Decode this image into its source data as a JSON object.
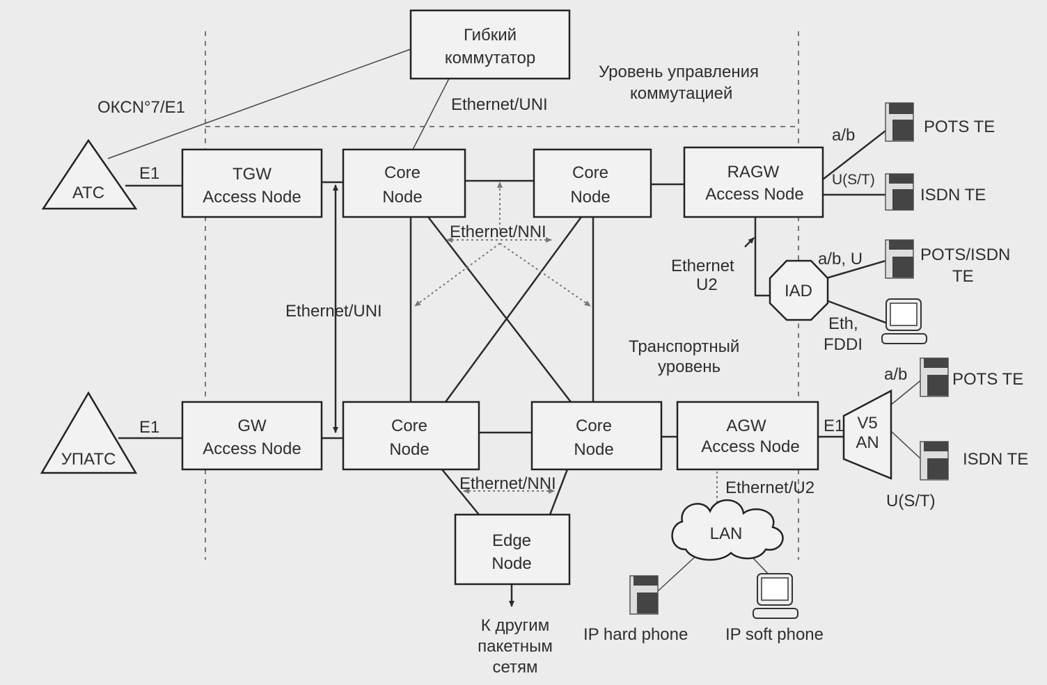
{
  "softswitch": {
    "line1": "Гибкий",
    "line2": "коммутатор"
  },
  "layers": {
    "control_line1": "Уровень управления",
    "control_line2": "коммутацией",
    "transport_line1": "Транспортный",
    "transport_line2": "уровень"
  },
  "nodes": {
    "atc": "АТС",
    "upats": "УПАТС",
    "tgw": {
      "line1": "TGW",
      "line2": "Access Node"
    },
    "gw": {
      "line1": "GW",
      "line2": "Access Node"
    },
    "core1": {
      "line1": "Core",
      "line2": "Node"
    },
    "core2": {
      "line1": "Core",
      "line2": "Node"
    },
    "core3": {
      "line1": "Core",
      "line2": "Node"
    },
    "core4": {
      "line1": "Core",
      "line2": "Node"
    },
    "ragw": {
      "line1": "RAGW",
      "line2": "Access Node"
    },
    "agw": {
      "line1": "AGW",
      "line2": "Access Node"
    },
    "edge": {
      "line1": "Edge",
      "line2": "Node"
    },
    "iad": "IAD",
    "v5": {
      "line1": "V5",
      "line2": "AN"
    },
    "lan": "LAN"
  },
  "links": {
    "okc7": "ОКСN°7/E1",
    "eth_uni_top": "Ethernet/UNI",
    "e1_atc": "E1",
    "e1_upats": "E1",
    "eth_nni_top": "Ethernet/NNI",
    "eth_uni_left": "Ethernet/UNI",
    "eth_u2_line1": "Ethernet",
    "eth_u2_line2": "U2",
    "ab_pots": "a/b",
    "ust_isdn": "U(S/T)",
    "abu": "a/b, U",
    "eth_fddi_line1": "Eth,",
    "eth_fddi_line2": "FDDI",
    "ab_v5": "a/b",
    "e1_agw": "E1",
    "ust_v5": "U(S/T)",
    "eth_nni_bottom": "Ethernet/NNI",
    "eth_u2_lan": "Ethernet/U2"
  },
  "terminals": {
    "pots_te_1": "POTS TE",
    "isdn_te_1": "ISDN TE",
    "pots_isdn_line1": "POTS/ISDN",
    "pots_isdn_line2": "TE",
    "pots_te_2": "POTS TE",
    "isdn_te_2": "ISDN TE",
    "ip_hard": "IP hard phone",
    "ip_soft": "IP soft phone"
  },
  "other_networks": {
    "line1": "К другим",
    "line2": "пакетным",
    "line3": "сетям"
  }
}
